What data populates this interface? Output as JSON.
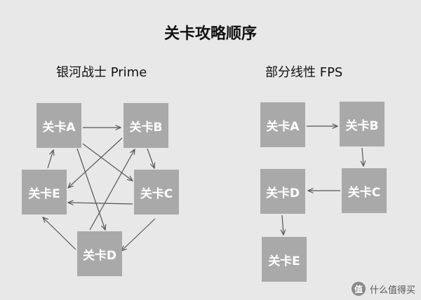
{
  "title": "关卡攻略顺序",
  "left": {
    "subtitle": "银河战士 Prime",
    "nodes": {
      "A": "关卡A",
      "B": "关卡B",
      "C": "关卡C",
      "D": "关卡D",
      "E": "关卡E"
    }
  },
  "right": {
    "subtitle": "部分线性 FPS",
    "nodes": {
      "A": "关卡A",
      "B": "关卡B",
      "C": "关卡C",
      "D": "关卡D",
      "E": "关卡E"
    }
  },
  "watermark": {
    "text": "什么值得买",
    "icon": "值"
  },
  "colors": {
    "background": "#e8e8e8",
    "node": "#a9a9a9",
    "arrow": "#555555"
  }
}
